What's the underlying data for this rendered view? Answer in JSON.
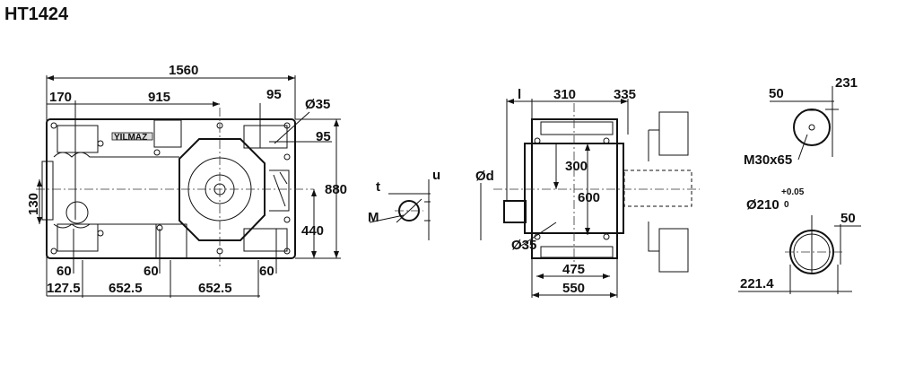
{
  "title": "HT1424",
  "logo": "YILMAZ",
  "front_view": {
    "overall_length": "1560",
    "d170": "170",
    "d915": "915",
    "d95_top": "95",
    "hole_dia": "Ø35",
    "d95_side": "95",
    "height": "880",
    "d130": "130",
    "d440": "440",
    "foot_60_a": "60",
    "foot_60_b": "60",
    "foot_60_c": "60",
    "d127_5": "127.5",
    "d652_5_a": "652.5",
    "d652_5_b": "652.5"
  },
  "key_detail": {
    "t": "t",
    "u": "u",
    "M": "M"
  },
  "side_view": {
    "shaft_dia": "Ød",
    "shaft_len": "l",
    "d310": "310",
    "d335": "335",
    "d300": "300",
    "d600": "600",
    "hole_dia": "Ø35",
    "d475": "475",
    "d550": "550"
  },
  "output_shaft_detail": {
    "d50": "50",
    "d231": "231",
    "thread": "M30x65"
  },
  "hollow_shaft_detail": {
    "bore": "Ø210",
    "tol_upper": "+0.05",
    "tol_lower": "0",
    "d50": "50",
    "d221_4": "221.4"
  }
}
